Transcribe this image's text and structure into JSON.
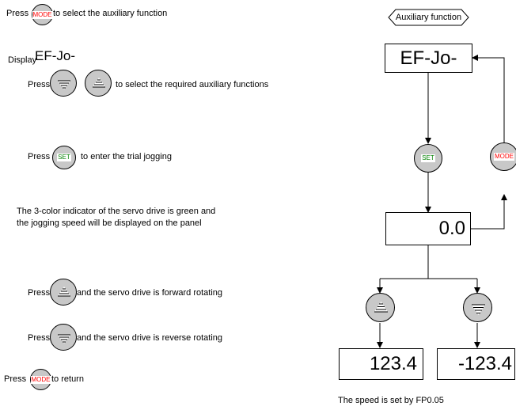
{
  "colors": {
    "button_fill": "#c8c8c8",
    "mode_text": "#ff0000",
    "set_text": "#008000",
    "line": "#000000"
  },
  "keys": {
    "mode": "MODE",
    "set": "SET",
    "up_icon": "up-arrow-icon",
    "down_icon": "down-arrow-icon"
  },
  "instructions": {
    "step1_prefix": "Press",
    "step1_suffix": "to select the auxiliary function",
    "step2_prefix": "Display",
    "step2_code": "EF-Jo-",
    "step3_prefix": "Press",
    "step3_suffix": "to select the required auxiliary functions",
    "step4_prefix": "Press",
    "step4_suffix": "to enter the trial jogging",
    "step5_line1": "The 3-color indicator of the servo drive is green and",
    "step5_line2": "the jogging speed will be displayed on the panel",
    "step6_prefix": "Press",
    "step6_suffix": "and the servo drive is forward rotating",
    "step7_prefix": "Press",
    "step7_suffix": "and the servo drive is reverse rotating",
    "step8_prefix": "Press",
    "step8_suffix": "to return"
  },
  "flow": {
    "header": "Auxiliary function",
    "display_code": "EF-Jo-",
    "display_speed": "0.0",
    "forward_value": "123.4",
    "reverse_value": "-123.4",
    "note": "The speed is set  by FP0.05"
  }
}
